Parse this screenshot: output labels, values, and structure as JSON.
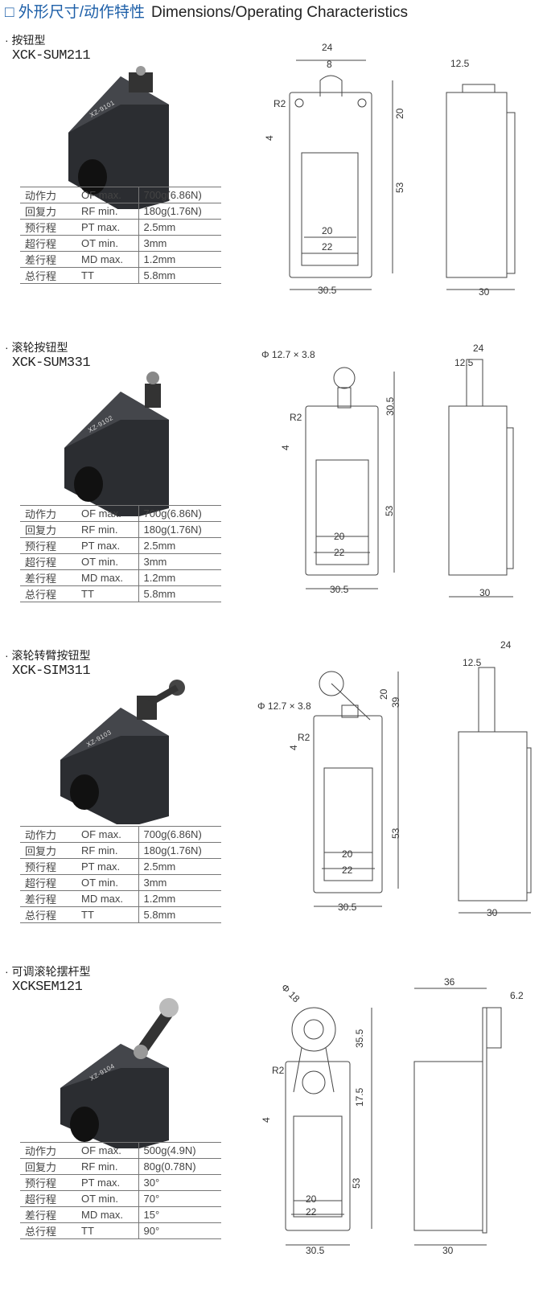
{
  "header": {
    "zh": "□ 外形尺寸/动作特性",
    "en": "Dimensions/Operating Characteristics"
  },
  "spec_labels": [
    [
      "动作力",
      "OF  max."
    ],
    [
      "回复力",
      "RF  min."
    ],
    [
      "预行程",
      "PT  max."
    ],
    [
      "超行程",
      "OT  min."
    ],
    [
      "差行程",
      "MD max."
    ],
    [
      "总行程",
      "TT"
    ]
  ],
  "sections": [
    {
      "type": "· 按钮型",
      "model": "XCK-SUM211",
      "label": "XZ-9101",
      "values": [
        "700g(6.86N)",
        "180g(1.76N)",
        "2.5mm",
        "3mm",
        "1.2mm",
        "5.8mm"
      ],
      "dims": [
        "24",
        "8",
        "20",
        "R2",
        "4",
        "53",
        "20",
        "22",
        "30.5",
        "12.5",
        "30"
      ]
    },
    {
      "type": "· 滚轮按钮型",
      "model": "XCK-SUM331",
      "label": "XZ-9102",
      "values": [
        "700g(6.86N)",
        "180g(1.76N)",
        "2.5mm",
        "3mm",
        "1.2mm",
        "5.8mm"
      ],
      "dims": [
        "Φ 12.7 × 3.8",
        "30.5",
        "R2",
        "4",
        "53",
        "20",
        "22",
        "30.5",
        "24",
        "12.5",
        "30"
      ]
    },
    {
      "type": "· 滚轮转臂按钮型",
      "model": "XCK-SIM311",
      "label": "XZ-9103",
      "values": [
        "700g(6.86N)",
        "180g(1.76N)",
        "2.5mm",
        "3mm",
        "1.2mm",
        "5.8mm"
      ],
      "dims": [
        "Φ 12.7 × 3.8",
        "20",
        "39",
        "R2",
        "4",
        "53",
        "20",
        "22",
        "30.5",
        "24",
        "12.5",
        "30"
      ]
    },
    {
      "type": "· 可调滚轮摆杆型",
      "model": "XCKSEM121",
      "label": "XZ-9104",
      "values": [
        "500g(4.9N)",
        "80g(0.78N)",
        "30°",
        "70°",
        "15°",
        "90°"
      ],
      "dims": [
        "Φ 18",
        "35.5",
        "R2",
        "17.5",
        "4",
        "53",
        "20",
        "22",
        "30.5",
        "36",
        "6.2",
        "30"
      ]
    }
  ]
}
